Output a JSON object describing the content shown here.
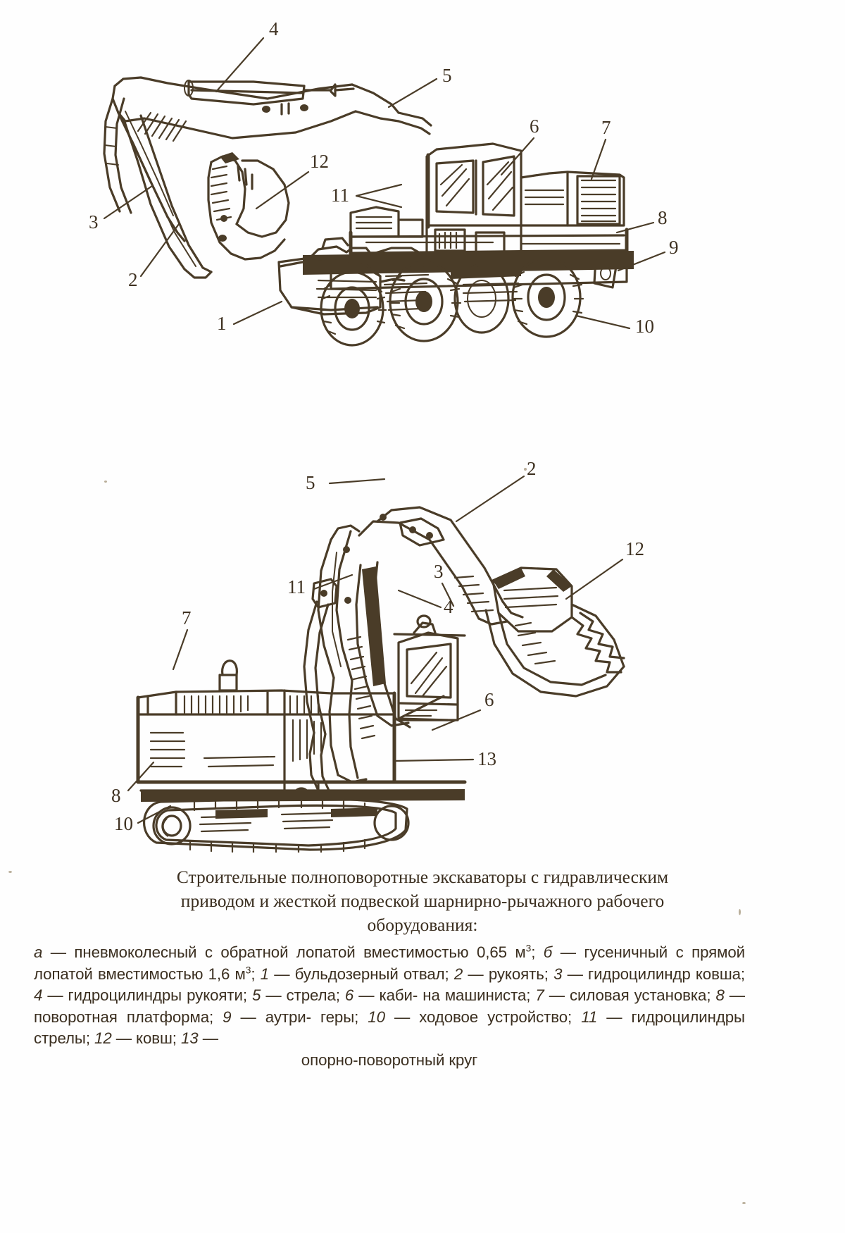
{
  "page": {
    "ink_color": "#4a3c28",
    "paper_color": "#fefefe"
  },
  "figure_a": {
    "name": "pneumatic-wheeled excavator with backhoe",
    "callouts": [
      {
        "id": "4",
        "label": "4"
      },
      {
        "id": "5",
        "label": "5"
      },
      {
        "id": "6",
        "label": "6"
      },
      {
        "id": "7",
        "label": "7"
      },
      {
        "id": "8",
        "label": "8"
      },
      {
        "id": "9",
        "label": "9"
      },
      {
        "id": "10",
        "label": "10"
      },
      {
        "id": "11",
        "label": "11"
      },
      {
        "id": "12",
        "label": "12"
      },
      {
        "id": "3",
        "label": "3"
      },
      {
        "id": "2",
        "label": "2"
      },
      {
        "id": "1",
        "label": "1"
      }
    ]
  },
  "figure_b": {
    "name": "crawler excavator with front shovel",
    "callouts": [
      {
        "id": "5",
        "label": "5"
      },
      {
        "id": "2",
        "label": "2"
      },
      {
        "id": "12",
        "label": "12"
      },
      {
        "id": "11",
        "label": "11"
      },
      {
        "id": "3",
        "label": "3"
      },
      {
        "id": "4",
        "label": "4"
      },
      {
        "id": "7",
        "label": "7"
      },
      {
        "id": "6",
        "label": "6"
      },
      {
        "id": "13",
        "label": "13"
      },
      {
        "id": "8",
        "label": "8"
      },
      {
        "id": "10",
        "label": "10"
      }
    ]
  },
  "caption": {
    "title_line_1": "Строительные полноповоротные экскаваторы с гидравлическим",
    "title_line_2": "приводом и жесткой подвеской шарнирно-рычажного рабочего",
    "title_line_3": "оборудования:"
  },
  "legend": {
    "items": [
      {
        "key": "а",
        "sep": "—",
        "text": "пневмоколесный с обратной лопатой вместимостью 0,65 м",
        "sup": "3",
        "end": ";"
      },
      {
        "key": "б",
        "sep": "—",
        "text": "гусеничный с прямой лопатой вместимостью 1,6 м",
        "sup": "3",
        "end": ";"
      },
      {
        "key": "1",
        "sep": "—",
        "text": "бульдозерный отвал",
        "sup": "",
        "end": ";"
      },
      {
        "key": "2",
        "sep": "—",
        "text": "рукоять",
        "sup": "",
        "end": ";"
      },
      {
        "key": "3",
        "sep": "—",
        "text": "гидроцилиндр ковша",
        "sup": "",
        "end": ";"
      },
      {
        "key": "4",
        "sep": "—",
        "text": "гидроцилиндры рукояти",
        "sup": "",
        "end": ";"
      },
      {
        "key": "5",
        "sep": "—",
        "text": "стрела",
        "sup": "",
        "end": ";"
      },
      {
        "key": "6",
        "sep": "—",
        "text": "кабина машиниста",
        "sup": "",
        "end": ";"
      },
      {
        "key": "7",
        "sep": "—",
        "text": "силовая установка",
        "sup": "",
        "end": ";"
      },
      {
        "key": "8",
        "sep": "—",
        "text": "поворотная платформа",
        "sup": "",
        "end": ";"
      },
      {
        "key": "9",
        "sep": "—",
        "text": "аутригеры",
        "sup": "",
        "end": ";"
      },
      {
        "key": "10",
        "sep": "—",
        "text": "ходовое устройство",
        "sup": "",
        "end": ";"
      },
      {
        "key": "11",
        "sep": "—",
        "text": "гидроцилиндры стрелы",
        "sup": "",
        "end": ";"
      },
      {
        "key": "12",
        "sep": "—",
        "text": "ковш",
        "sup": "",
        "end": ";"
      },
      {
        "key": "13",
        "sep": "—",
        "text": "опорно-поворотный круг",
        "sup": "",
        "end": ""
      }
    ],
    "line1_a": "а",
    "line1_t1": " — пневмоколесный с обратной лопатой вместимостью 0,65 м",
    "line1_s1": "3",
    "line1_t2": "; ",
    "line1_b": "б",
    "line1_t3": " — гусеничный",
    "line2_t1": "с прямой лопатой вместимостью 1,6 м",
    "line2_s1": "3",
    "line2_t2": "; ",
    "line2_n1": "1",
    "line2_t3": " — бульдозерный отвал; ",
    "line2_n2": "2",
    "line2_t4": " — рукоять;",
    "line3_n1": "3",
    "line3_t1": " — гидроцилиндр ковша; ",
    "line3_n2": "4",
    "line3_t2": " — гидроцилиндры рукояти; ",
    "line3_n3": "5",
    "line3_t3": " — стрела; ",
    "line3_n4": "6",
    "line3_t4": " — каби-",
    "line4_t1": "на машиниста; ",
    "line4_n1": "7",
    "line4_t2": " — силовая установка; ",
    "line4_n2": "8",
    "line4_t3": " — поворотная платформа; ",
    "line4_n3": "9",
    "line4_t4": " — аутри-",
    "line5_t1": "геры; ",
    "line5_n1": "10",
    "line5_t2": " — ходовое устройство; ",
    "line5_n2": "11",
    "line5_t3": " — гидроцилиндры стрелы; ",
    "line5_n3": "12",
    "line5_t4": " — ковш; ",
    "line5_n4": "13",
    "line5_t5": " —",
    "line6_t1": "опорно-поворотный круг"
  }
}
